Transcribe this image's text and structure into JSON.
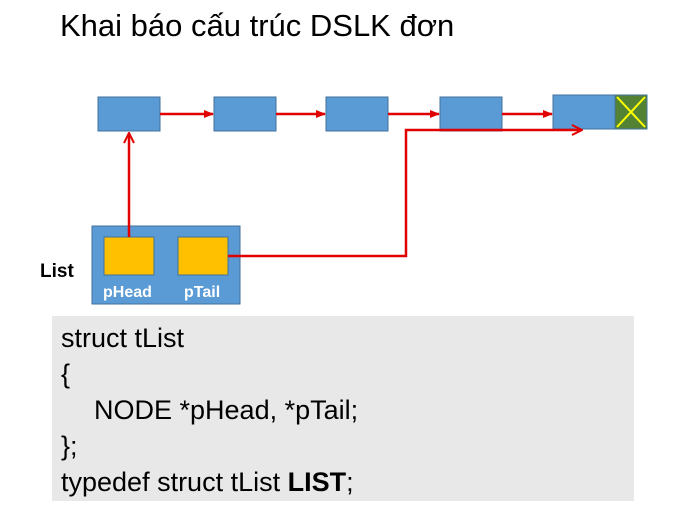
{
  "title": "Khai báo cấu trúc DSLK đơn",
  "list_struct": {
    "label": "List",
    "fields": [
      "pHead",
      "pTail"
    ]
  },
  "code": {
    "line1": "struct tList",
    "line2": "{",
    "line3": "NODE *pHead, *pTail;",
    "line4": "};",
    "line5_prefix": "typedef struct tList ",
    "line5_bold": "LIST",
    "line5_suffix": ";"
  },
  "colors": {
    "node_fill": "#5b9bd5",
    "node_stroke": "#41719c",
    "field_fill": "#ffc000",
    "arrow": "#e00000",
    "null_fill": "#548235",
    "null_cross": "#ffff00",
    "code_bg": "#e8e8e8"
  }
}
